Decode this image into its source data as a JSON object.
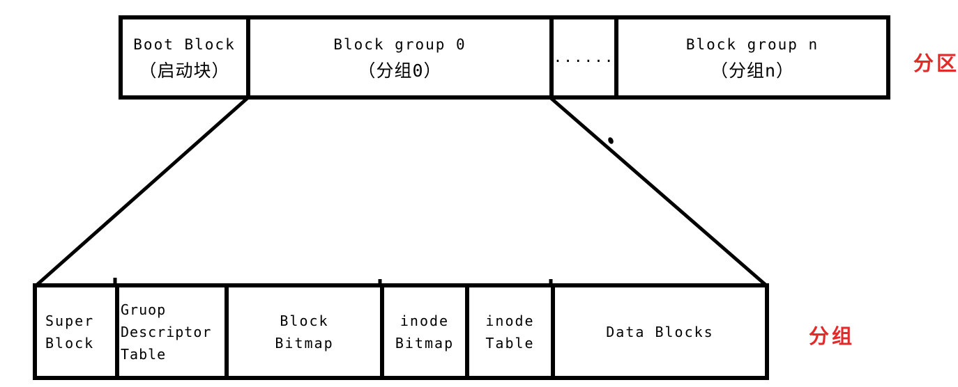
{
  "diagram": {
    "partition_row": {
      "cells": [
        {
          "label": "Boot Block",
          "sublabel": "（启动块）"
        },
        {
          "label": "Block group 0",
          "sublabel": "（分组0）"
        },
        {
          "label": "......",
          "sublabel": ""
        },
        {
          "label": "Block group n",
          "sublabel": "（分组n）"
        }
      ],
      "side_label": "分区"
    },
    "group_row": {
      "cells": [
        {
          "lines": [
            "Super",
            "Block"
          ]
        },
        {
          "lines": [
            "Gruop",
            "Descriptor",
            "Table"
          ]
        },
        {
          "lines": [
            "Block",
            "Bitmap"
          ]
        },
        {
          "lines": [
            "inode",
            "Bitmap"
          ]
        },
        {
          "lines": [
            "inode",
            "Table"
          ]
        },
        {
          "lines": [
            "Data Blocks"
          ]
        }
      ],
      "side_label": "分组"
    },
    "colors": {
      "line": "#000000",
      "side_label_red": "#e02b2b"
    }
  }
}
